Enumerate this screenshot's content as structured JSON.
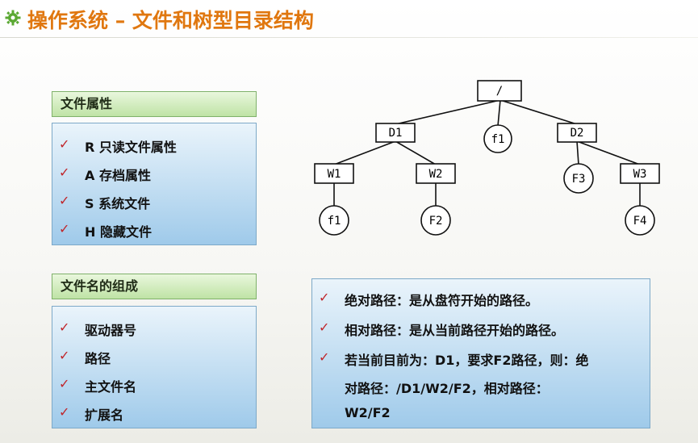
{
  "title": "操作系统 – 文件和树型目录结构",
  "icons": {
    "title": "gear-icon",
    "item": "check-icon"
  },
  "attributes": {
    "header": "文件属性",
    "items": [
      "R 只读文件属性",
      "A 存档属性",
      "S 系统文件",
      "H 隐藏文件"
    ]
  },
  "filename": {
    "header": "文件名的组成",
    "items": [
      "驱动器号",
      "路径",
      "主文件名",
      "扩展名"
    ]
  },
  "tree": {
    "root": "/",
    "level1": [
      "D1",
      "f1",
      "D2"
    ],
    "level2": [
      "W1",
      "W2",
      "F3",
      "W3"
    ],
    "level3": [
      "f1",
      "F2",
      "F4"
    ]
  },
  "paths": {
    "items": [
      "绝对路径：是从盘符开始的路径。",
      "相对路径：是从当前路径开始的路径。",
      "若当前目前为：D1，要求F2路径，则：绝"
    ],
    "continuation": [
      "对路径：/D1/W2/F2，相对路径：",
      "W2/F2"
    ]
  },
  "colors": {
    "title": "#e0770f",
    "check": "#c0262b",
    "header_green": "#bfe3a5",
    "box_blue": "#9fcaea"
  }
}
